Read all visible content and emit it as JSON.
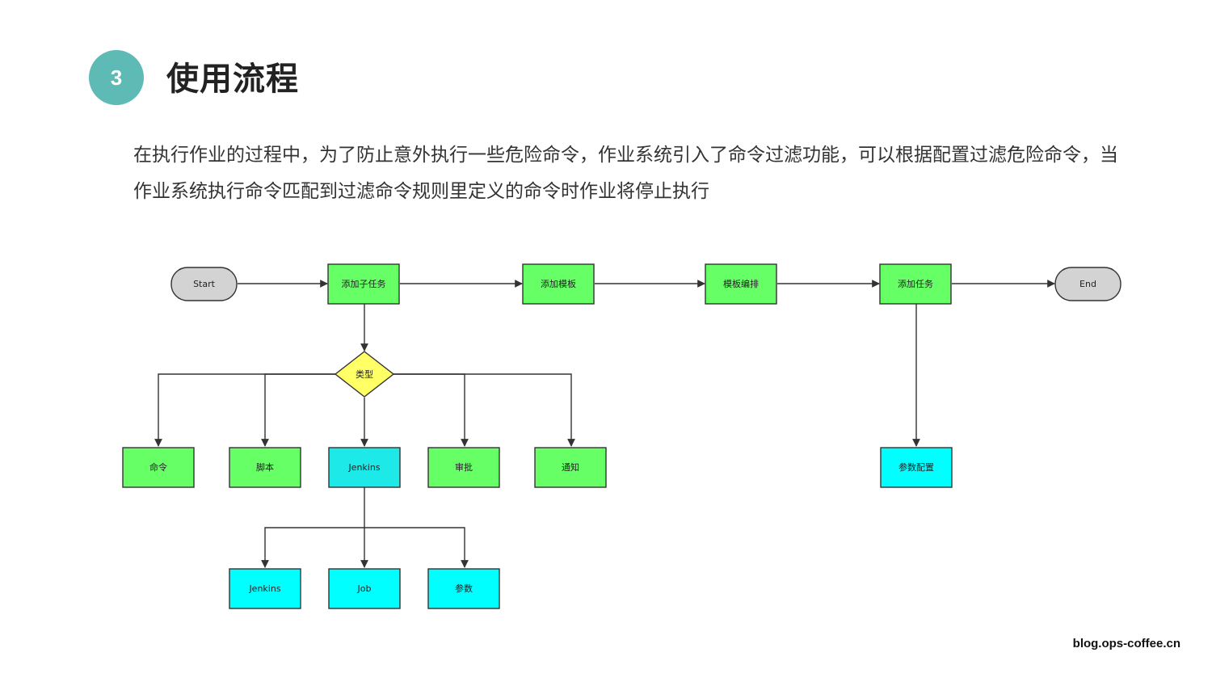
{
  "header": {
    "step_number": "3",
    "title": "使用流程"
  },
  "description": "在执行作业的过程中，为了防止意外执行一些危险命令，作业系统引入了命令过滤功能，可以根据配置过滤危险命令，当作业系统执行命令匹配到过滤命令规则里定义的命令时作业将停止执行",
  "colors": {
    "badge": "#5dbab5",
    "task_node": "#66ff66",
    "jenkins_node": "#1de9e9",
    "param_node": "#00ffff",
    "decision_node": "#ffff66",
    "terminal_node": "#d3d3d3",
    "stroke": "#333333"
  },
  "flowchart": {
    "start": "Start",
    "end": "End",
    "main_flow": [
      "添加子任务",
      "添加模板",
      "模板编排",
      "添加任务"
    ],
    "decision": "类型",
    "task_types": [
      "命令",
      "脚本",
      "Jenkins",
      "审批",
      "通知"
    ],
    "jenkins_params": [
      "Jenkins",
      "Job",
      "参数"
    ],
    "task_config": "参数配置"
  },
  "footer": {
    "site": "blog.ops-coffee.cn"
  }
}
